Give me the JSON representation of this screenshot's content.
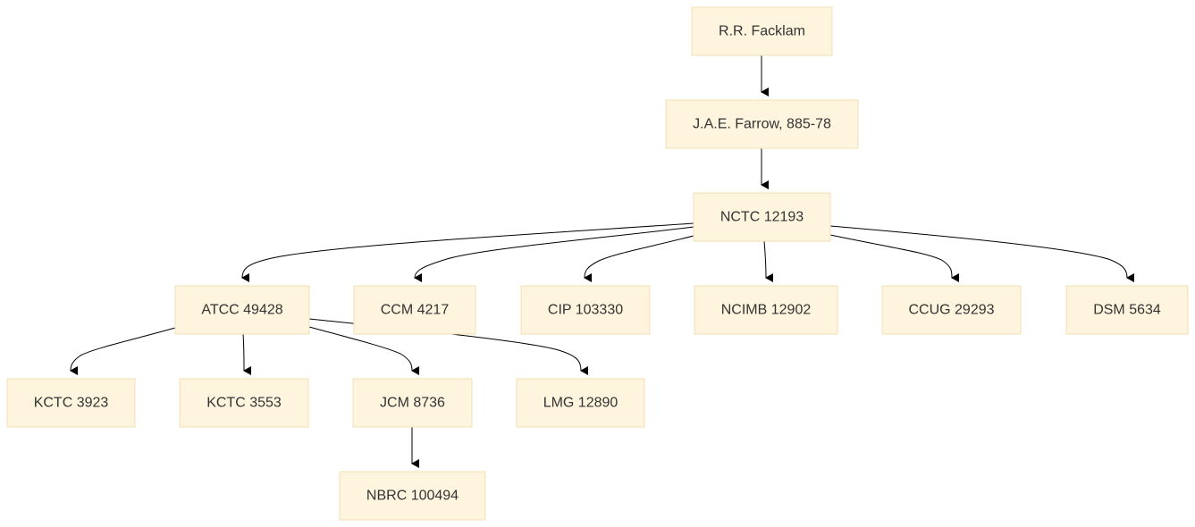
{
  "diagram": {
    "type": "tree",
    "nodes": [
      {
        "id": "facklam",
        "label": "R.R. Facklam"
      },
      {
        "id": "farrow",
        "label": "J.A.E. Farrow, 885-78"
      },
      {
        "id": "nctc",
        "label": "NCTC 12193"
      },
      {
        "id": "atcc",
        "label": "ATCC 49428"
      },
      {
        "id": "ccm",
        "label": "CCM 4217"
      },
      {
        "id": "cip",
        "label": "CIP 103330"
      },
      {
        "id": "ncimb",
        "label": "NCIMB 12902"
      },
      {
        "id": "ccug",
        "label": "CCUG 29293"
      },
      {
        "id": "dsm",
        "label": "DSM 5634"
      },
      {
        "id": "kctc3923",
        "label": "KCTC 3923"
      },
      {
        "id": "kctc3553",
        "label": "KCTC 3553"
      },
      {
        "id": "jcm",
        "label": "JCM 8736"
      },
      {
        "id": "lmg",
        "label": "LMG 12890"
      },
      {
        "id": "nbrc",
        "label": "NBRC 100494"
      }
    ],
    "edges": [
      {
        "from": "facklam",
        "to": "farrow"
      },
      {
        "from": "farrow",
        "to": "nctc"
      },
      {
        "from": "nctc",
        "to": "atcc"
      },
      {
        "from": "nctc",
        "to": "ccm"
      },
      {
        "from": "nctc",
        "to": "cip"
      },
      {
        "from": "nctc",
        "to": "ncimb"
      },
      {
        "from": "nctc",
        "to": "ccug"
      },
      {
        "from": "nctc",
        "to": "dsm"
      },
      {
        "from": "atcc",
        "to": "kctc3923"
      },
      {
        "from": "atcc",
        "to": "kctc3553"
      },
      {
        "from": "atcc",
        "to": "jcm"
      },
      {
        "from": "atcc",
        "to": "lmg"
      },
      {
        "from": "jcm",
        "to": "nbrc"
      }
    ]
  }
}
